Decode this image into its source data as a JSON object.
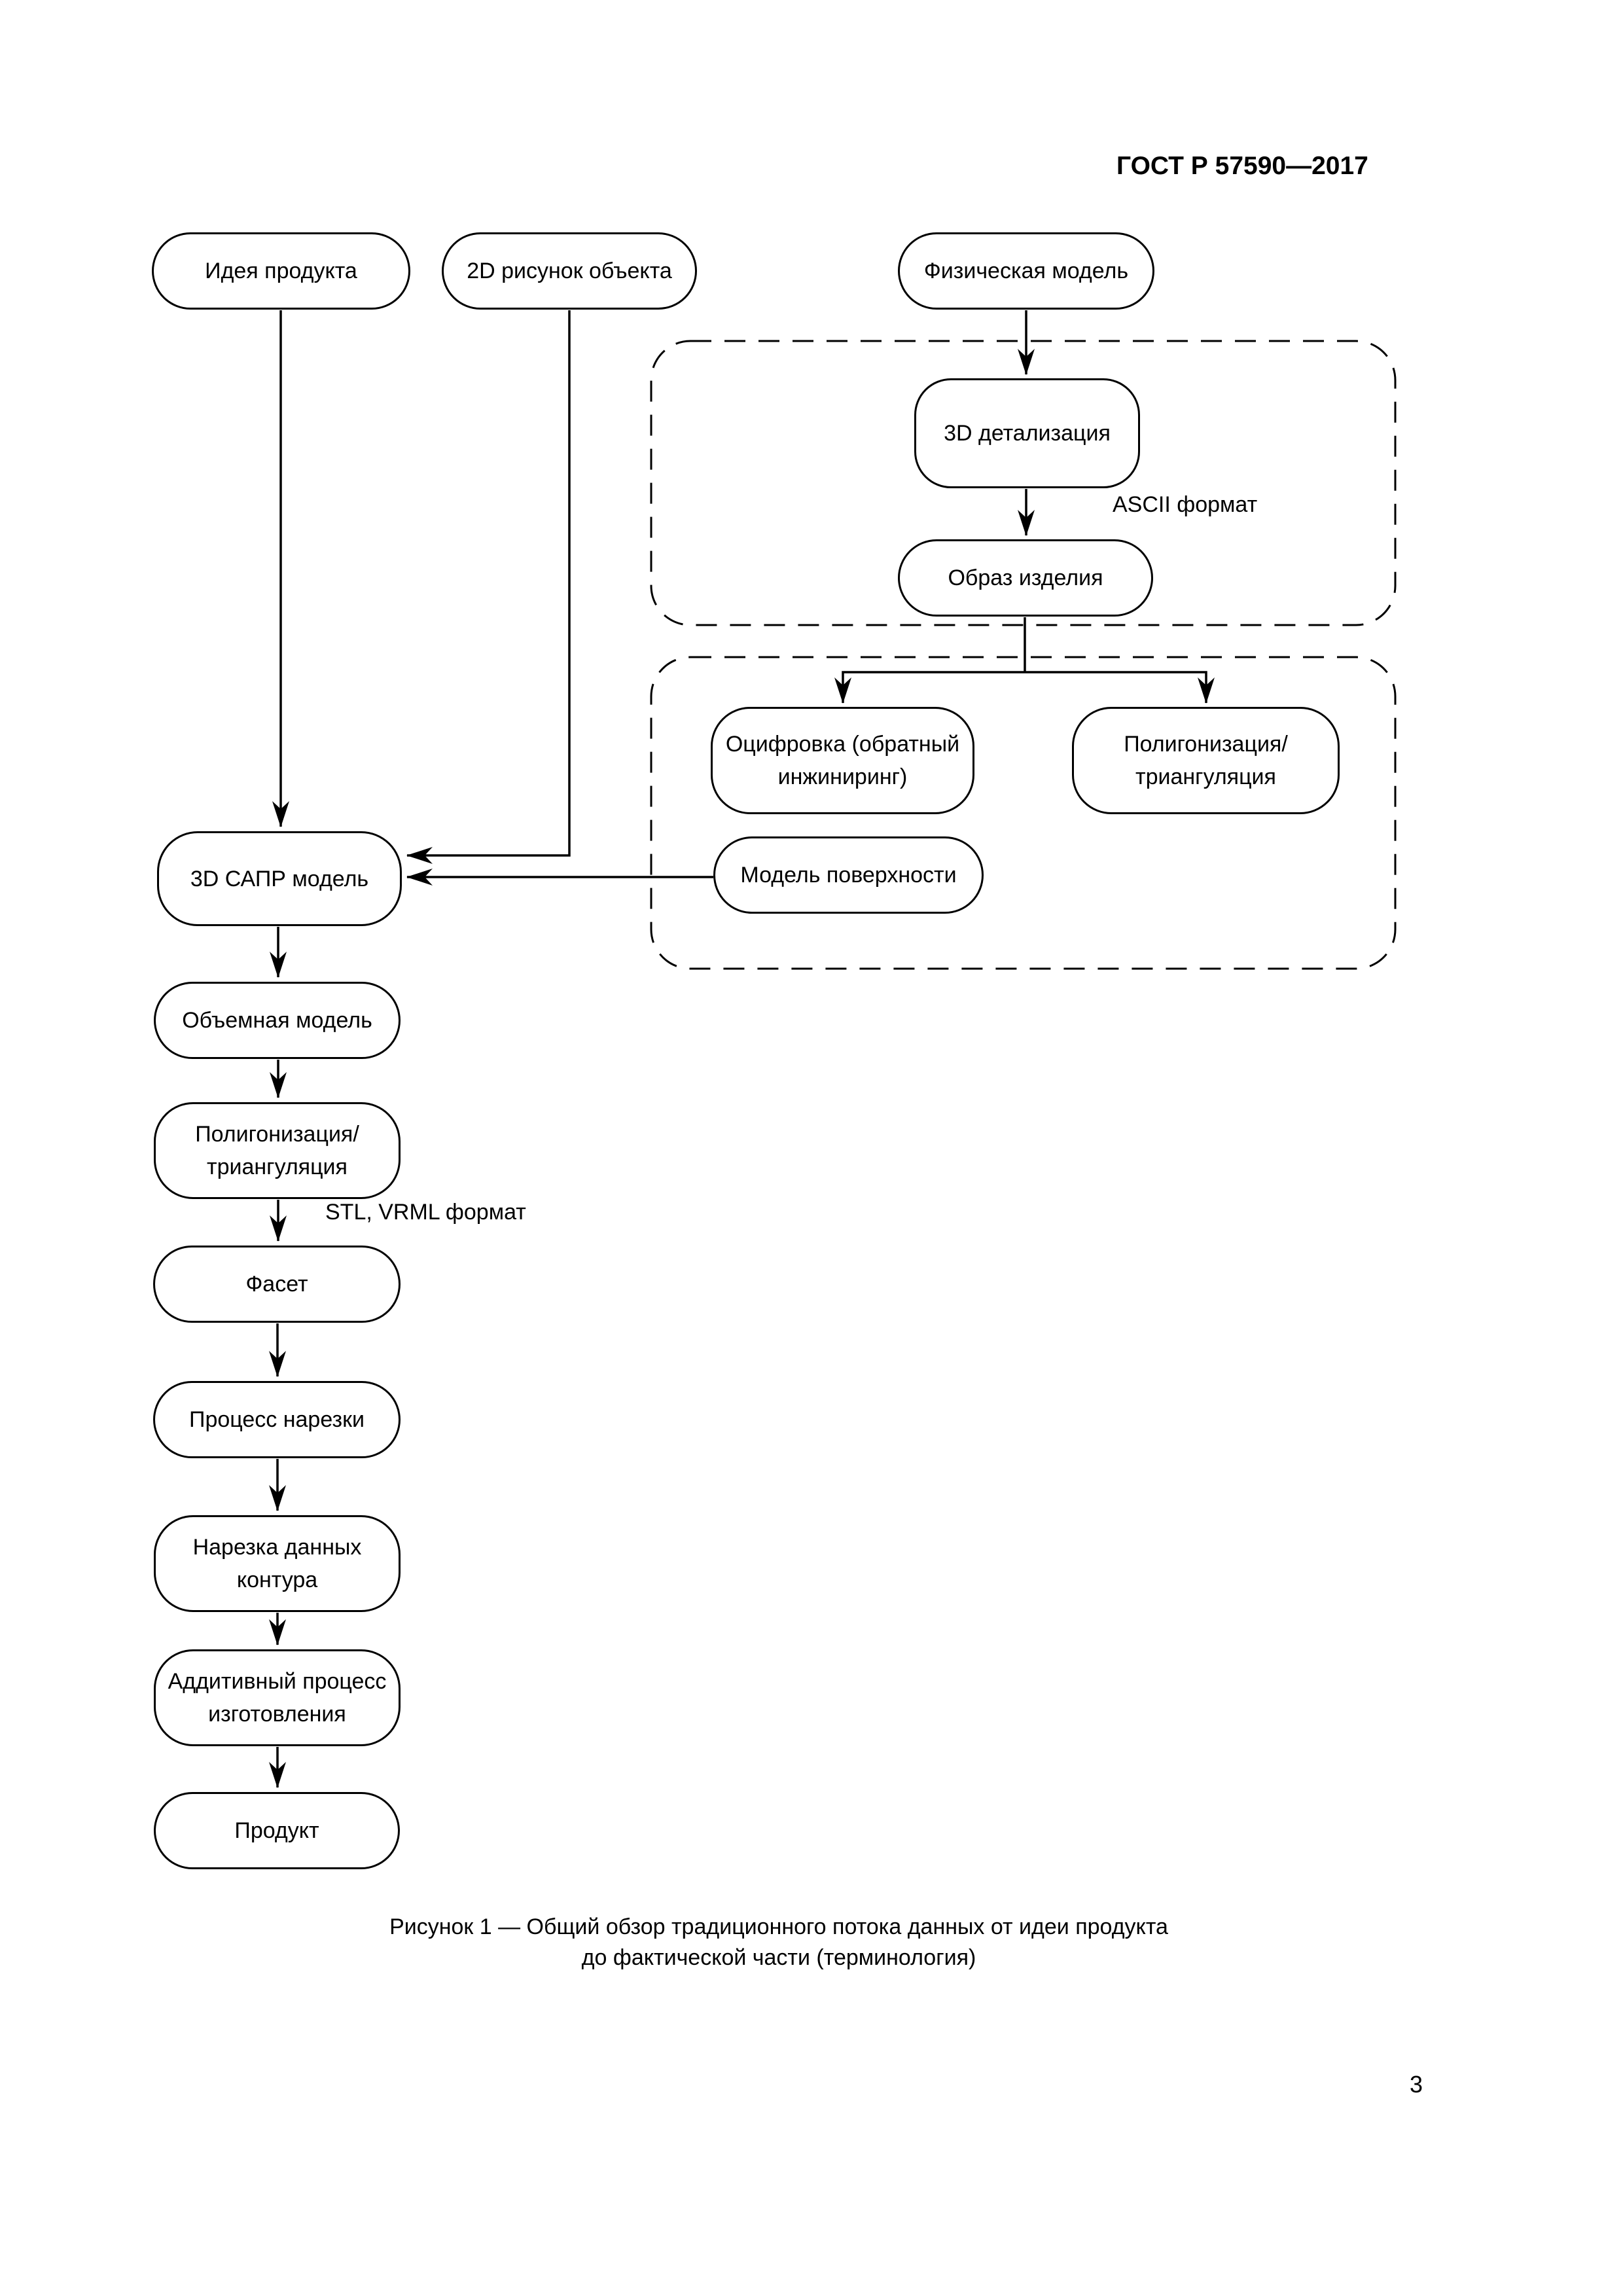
{
  "page": {
    "header": "ГОСТ Р 57590—2017",
    "page_number": "3",
    "caption": "Рисунок 1 — Общий обзор традиционного потока данных от идеи продукта\nдо фактической части (терминология)"
  },
  "labels": {
    "ascii_format": "ASCII формат",
    "stl_format": "STL, VRML формат"
  },
  "nodes": {
    "idea": {
      "label": "Идея продукта"
    },
    "drawing2d": {
      "label": "2D рисунок объекта"
    },
    "physical_model": {
      "label": "Физическая модель"
    },
    "detailing3d": {
      "label": "3D детализация"
    },
    "product_image": {
      "label": "Образ изделия"
    },
    "digitizing": {
      "label": "Оцифровка (обратный\nинжиниринг)"
    },
    "polygonization_top": {
      "label": "Полигонизация/\nтриангуляция"
    },
    "surface_model": {
      "label": "Модель поверхности"
    },
    "cad_model": {
      "label": "3D САПР модель"
    },
    "volume_model": {
      "label": "Объемная модель"
    },
    "polygonization_main": {
      "label": "Полигонизация/\nтриангуляция"
    },
    "facet": {
      "label": "Фасет"
    },
    "slicing_process": {
      "label": "Процесс нарезки"
    },
    "contour_data": {
      "label": "Нарезка данных\nконтура"
    },
    "additive_process": {
      "label": "Аддитивный процесс\nизготовления"
    },
    "product": {
      "label": "Продукт"
    }
  },
  "colors": {
    "line": "#000000",
    "background": "#ffffff"
  }
}
